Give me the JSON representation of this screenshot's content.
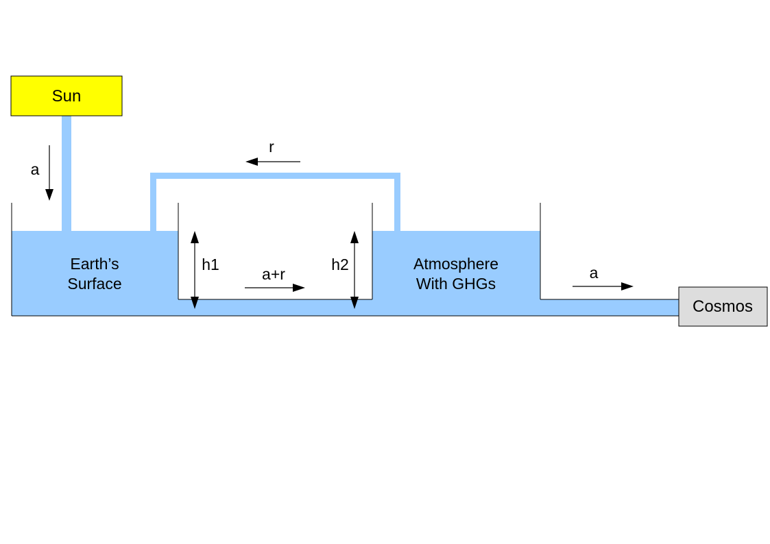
{
  "nodes": {
    "sun": "Sun",
    "earth_surface": [
      "Earth’s",
      "Surface"
    ],
    "atmosphere": [
      "Atmosphere",
      "With GHGs"
    ],
    "cosmos": "Cosmos"
  },
  "flows": {
    "sun_to_surface": "a",
    "back_radiation": "r",
    "surface_to_atmosphere": "a+r",
    "atmosphere_to_cosmos": "a"
  },
  "levels": {
    "surface": "h1",
    "atmosphere": "h2"
  },
  "colors": {
    "water": "#99ccff",
    "sun": "#ffff00",
    "cosmos": "#dddddd",
    "outline": "#000000"
  }
}
